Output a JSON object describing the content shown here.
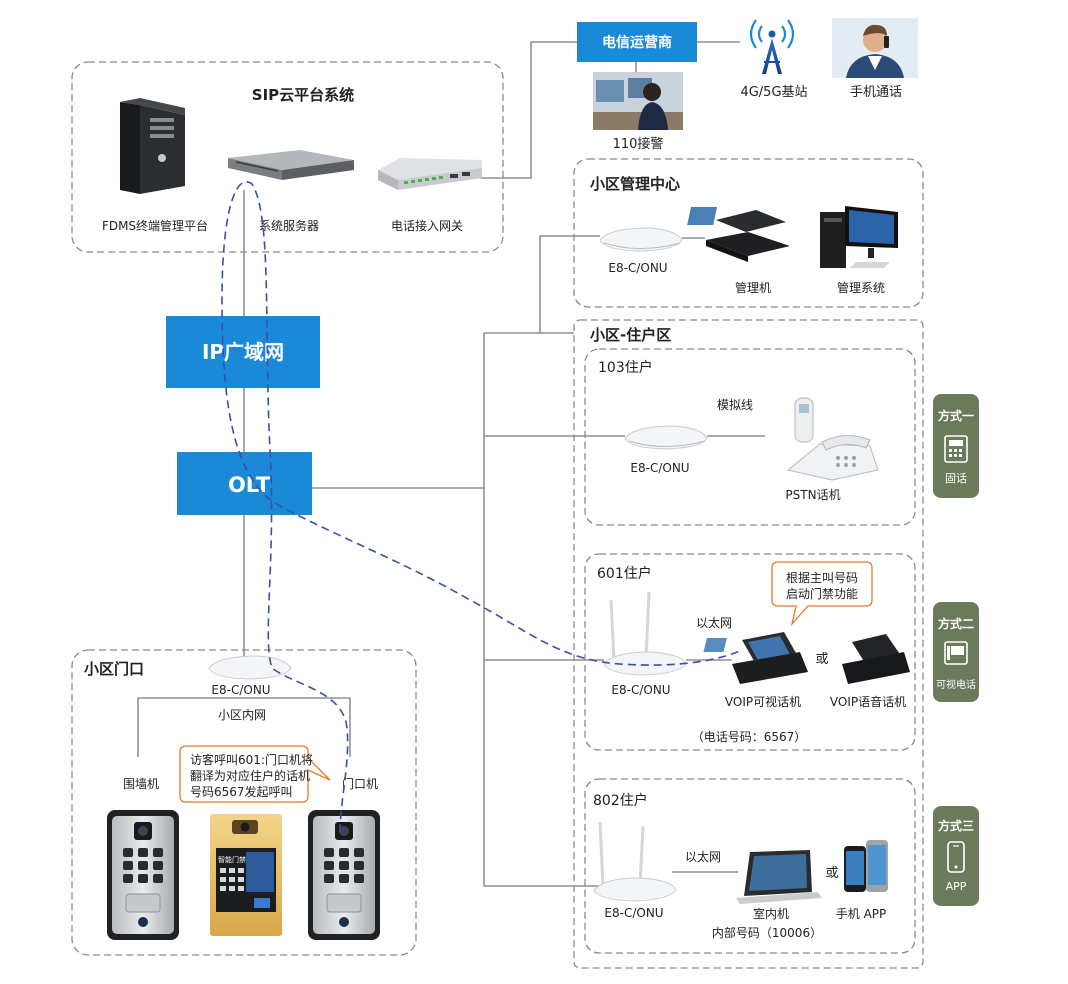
{
  "colors": {
    "accent_blue": "#1a8ad8",
    "side_tab_green": "#6a7a5a",
    "callout_orange": "#e07b2a",
    "call_path_blue": "#3a4fa8"
  },
  "sip_cloud": {
    "title": "SIP云平台系统",
    "fdms_label": "FDMS终端管理平台",
    "server_label": "系统服务器",
    "gateway_label": "电话接入网关"
  },
  "telecom": {
    "operator_label": "电信运营商",
    "police_label": "110接警",
    "base_station_label": "4G/5G基站",
    "mobile_call_label": "手机通话"
  },
  "network": {
    "wan_label": "IP广域网",
    "olt_label": "OLT"
  },
  "management_center": {
    "title": "小区管理中心",
    "onu_label": "E8-C/ONU",
    "manager_phone_label": "管理机",
    "management_system_label": "管理系统"
  },
  "residential": {
    "title": "小区-住户区",
    "unit_103": {
      "title": "103住户",
      "analog_line_label": "模拟线",
      "onu_label": "E8-C/ONU",
      "pstn_label": "PSTN话机"
    },
    "unit_601": {
      "title": "601住户",
      "ethernet_label": "以太网",
      "onu_label": "E8-C/ONU",
      "voip_video_label": "VOIP可视话机",
      "or_label": "或",
      "voip_voice_label": "VOIP语音话机",
      "phone_number_label": "（电话号码：6567）",
      "callout_line1": "根据主叫号码",
      "callout_line2": "启动门禁功能"
    },
    "unit_802": {
      "title": "802住户",
      "ethernet_label": "以太网",
      "onu_label": "E8-C/ONU",
      "indoor_label": "室内机",
      "indoor_number_label": "内部号码（10006）",
      "or_label": "或",
      "app_label": "手机 APP"
    }
  },
  "gate": {
    "title": "小区门口",
    "onu_label": "E8-C/ONU",
    "lan_label": "小区内网",
    "wall_unit_label": "围墙机",
    "door_unit_label": "门口机",
    "callout_line1": "访客呼叫601:门口机将",
    "callout_line2": "翻译为对应住户的话机",
    "callout_line3": "号码6567发起呼叫",
    "screen_text": "智能门禁"
  },
  "side_tabs": [
    {
      "title": "方式一",
      "icon": "landline-phone-icon",
      "caption": "固话"
    },
    {
      "title": "方式二",
      "icon": "video-phone-icon",
      "caption": "可视电话"
    },
    {
      "title": "方式三",
      "icon": "smartphone-icon",
      "caption": "APP"
    }
  ]
}
